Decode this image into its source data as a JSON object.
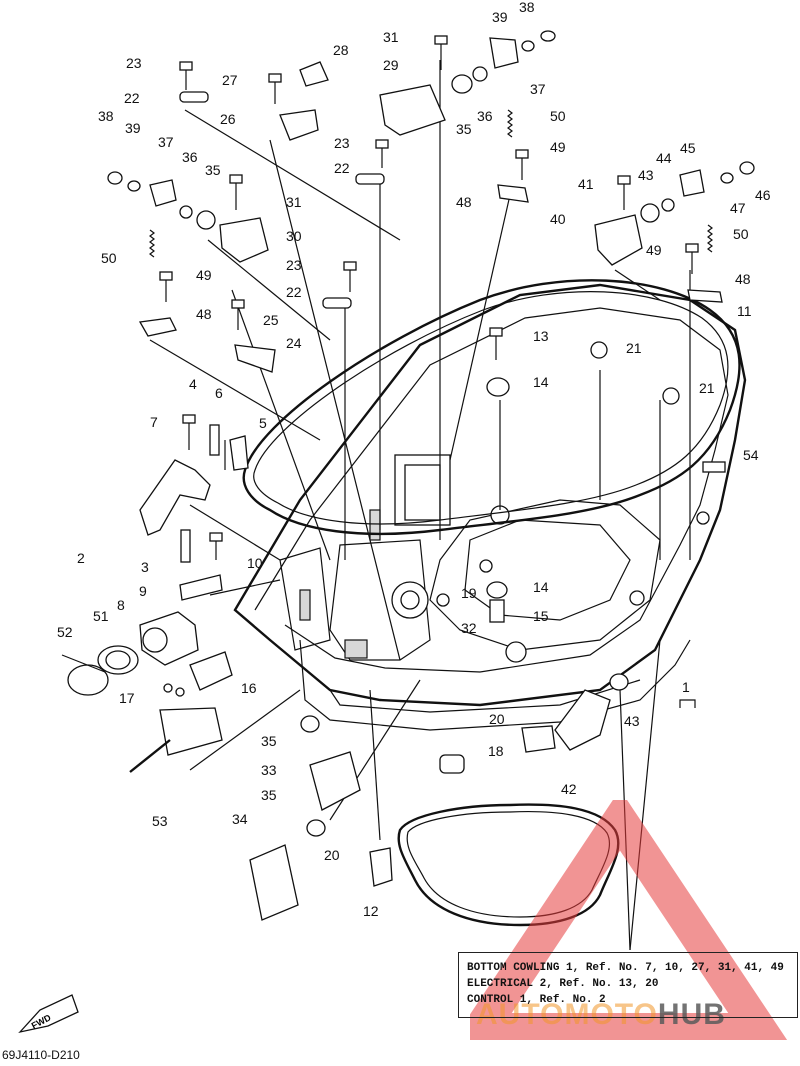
{
  "callouts": [
    {
      "id": "c38a",
      "text": "38"
    },
    {
      "id": "c39a",
      "text": "39"
    },
    {
      "id": "c31a",
      "text": "31"
    },
    {
      "id": "c28",
      "text": "28"
    },
    {
      "id": "c23a",
      "text": "23"
    },
    {
      "id": "c27",
      "text": "27"
    },
    {
      "id": "c29",
      "text": "29"
    },
    {
      "id": "c37a",
      "text": "37"
    },
    {
      "id": "c22a",
      "text": "22"
    },
    {
      "id": "c26",
      "text": "26"
    },
    {
      "id": "c35a",
      "text": "35"
    },
    {
      "id": "c36a",
      "text": "36"
    },
    {
      "id": "c50a",
      "text": "50"
    },
    {
      "id": "c38b",
      "text": "38"
    },
    {
      "id": "c39b",
      "text": "39"
    },
    {
      "id": "c23b",
      "text": "23"
    },
    {
      "id": "c49a",
      "text": "49"
    },
    {
      "id": "c37b",
      "text": "37"
    },
    {
      "id": "c36b",
      "text": "36"
    },
    {
      "id": "c35b",
      "text": "35"
    },
    {
      "id": "c22b",
      "text": "22"
    },
    {
      "id": "c45",
      "text": "45"
    },
    {
      "id": "c44",
      "text": "44"
    },
    {
      "id": "c41",
      "text": "41"
    },
    {
      "id": "c43a",
      "text": "43"
    },
    {
      "id": "c46",
      "text": "46"
    },
    {
      "id": "c31b",
      "text": "31"
    },
    {
      "id": "c48a",
      "text": "48"
    },
    {
      "id": "c47",
      "text": "47"
    },
    {
      "id": "c30",
      "text": "30"
    },
    {
      "id": "c40",
      "text": "40"
    },
    {
      "id": "c50b",
      "text": "50"
    },
    {
      "id": "c50c",
      "text": "50"
    },
    {
      "id": "c49b",
      "text": "49"
    },
    {
      "id": "c23c",
      "text": "23"
    },
    {
      "id": "c49c",
      "text": "49"
    },
    {
      "id": "c48b",
      "text": "48"
    },
    {
      "id": "c22c",
      "text": "22"
    },
    {
      "id": "c48c",
      "text": "48"
    },
    {
      "id": "c25",
      "text": "25"
    },
    {
      "id": "c11",
      "text": "11"
    },
    {
      "id": "c13",
      "text": "13"
    },
    {
      "id": "c21a",
      "text": "21"
    },
    {
      "id": "c24",
      "text": "24"
    },
    {
      "id": "c14a",
      "text": "14"
    },
    {
      "id": "c21b",
      "text": "21"
    },
    {
      "id": "c4",
      "text": "4"
    },
    {
      "id": "c6",
      "text": "6"
    },
    {
      "id": "c7",
      "text": "7"
    },
    {
      "id": "c5",
      "text": "5"
    },
    {
      "id": "c54",
      "text": "54"
    },
    {
      "id": "c2",
      "text": "2"
    },
    {
      "id": "c3",
      "text": "3"
    },
    {
      "id": "c10",
      "text": "10"
    },
    {
      "id": "c19",
      "text": "19"
    },
    {
      "id": "c14b",
      "text": "14"
    },
    {
      "id": "c9",
      "text": "9"
    },
    {
      "id": "c15",
      "text": "15"
    },
    {
      "id": "c8",
      "text": "8"
    },
    {
      "id": "c32",
      "text": "32"
    },
    {
      "id": "c51",
      "text": "51"
    },
    {
      "id": "c52",
      "text": "52"
    },
    {
      "id": "c1",
      "text": "1"
    },
    {
      "id": "c17",
      "text": "17"
    },
    {
      "id": "c16",
      "text": "16"
    },
    {
      "id": "c43b",
      "text": "43"
    },
    {
      "id": "c20a",
      "text": "20"
    },
    {
      "id": "c35c",
      "text": "35"
    },
    {
      "id": "c18",
      "text": "18"
    },
    {
      "id": "c33",
      "text": "33"
    },
    {
      "id": "c42",
      "text": "42"
    },
    {
      "id": "c53",
      "text": "53"
    },
    {
      "id": "c35d",
      "text": "35"
    },
    {
      "id": "c34",
      "text": "34"
    },
    {
      "id": "c20b",
      "text": "20"
    },
    {
      "id": "c12",
      "text": "12"
    }
  ],
  "legend": {
    "line1": "BOTTOM COWLING 1,  Ref. No. 7, 10, 27, 31, 41, 49",
    "line2": "ELECTRICAL 2,  Ref. No. 13, 20",
    "line3": "CONTROL 1,  Ref. No. 2"
  },
  "direction_label": "FWD",
  "drawing_code": "69J4110-D210",
  "watermark": {
    "part_a": "AUTOMOTO",
    "part_b": "HUB"
  }
}
